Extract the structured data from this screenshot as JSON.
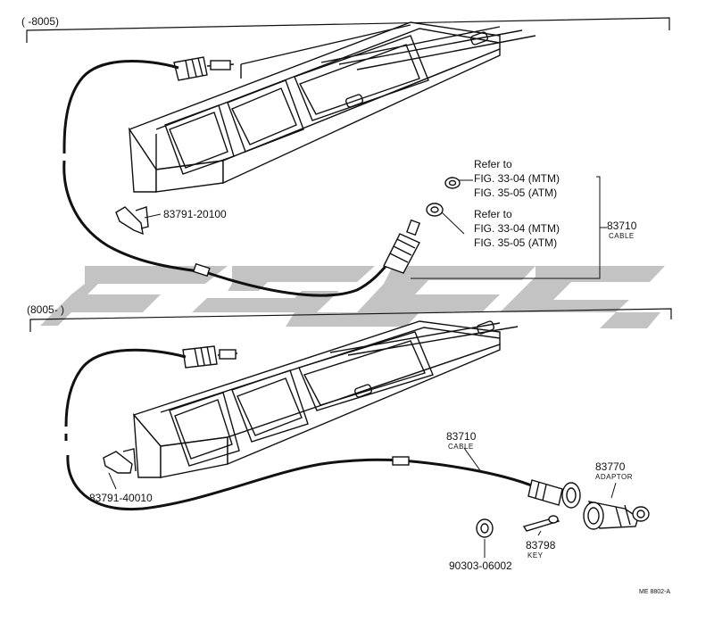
{
  "sections": {
    "top": {
      "range": "(      -8005)"
    },
    "bottom": {
      "range": "(8005-         )"
    }
  },
  "refs": {
    "ref1": {
      "line1": "Refer to",
      "line2": "FIG. 33-04 (MTM)",
      "line3": "FIG. 35-05 (ATM)"
    },
    "ref2": {
      "line1": "Refer to",
      "line2": "FIG. 33-04 (MTM)",
      "line3": "FIG. 35-05 (ATM)"
    }
  },
  "parts": {
    "bracket_top": "83791-20100",
    "bracket_bottom": "83791-40010",
    "cable_top": {
      "number": "83710",
      "name": "CABLE"
    },
    "cable_bottom": {
      "number": "83710",
      "name": "CABLE"
    },
    "adaptor": {
      "number": "83770",
      "name": "ADAPTOR"
    },
    "key": {
      "number": "83798",
      "name": "KEY"
    },
    "washer": "90303-06002"
  },
  "footer": {
    "code": "ME 8802-A"
  },
  "watermark": {
    "color": "#b9b9b9"
  }
}
